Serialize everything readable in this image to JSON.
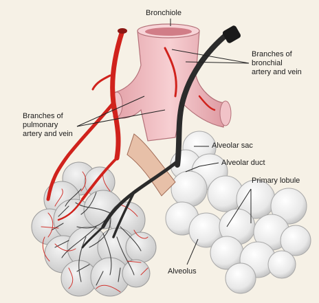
{
  "colors": {
    "background": "#f6f1e6",
    "artery": "#d0221c",
    "vein": "#2b2b2b",
    "bronchiole": "#f2bcc0",
    "alveolus": "#ececec",
    "leader": "#222222"
  },
  "labels": {
    "bronchiole": "Bronchiole",
    "bronchial_vessels": [
      "Branches of",
      "bronchial",
      "artery and vein"
    ],
    "pulmonary_vessels": [
      "Branches of",
      "pulmonary",
      "artery and vein"
    ],
    "alveolar_sac": "Alveolar sac",
    "alveolar_duct": "Alveolar duct",
    "primary_lobule": "Primary lobule",
    "alveolus": "Alveolus"
  }
}
